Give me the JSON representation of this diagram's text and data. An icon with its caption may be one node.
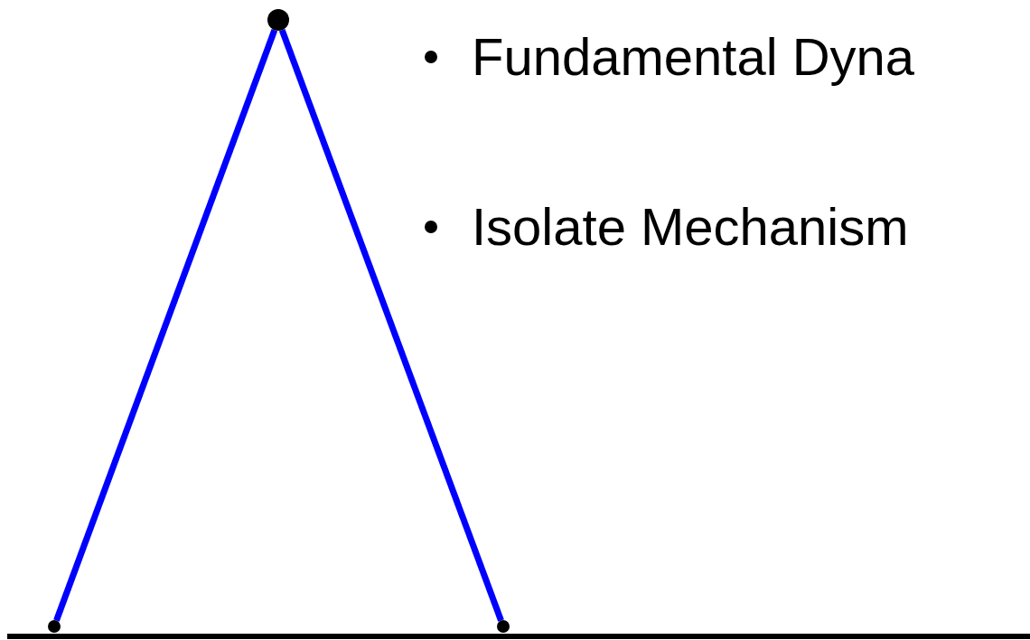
{
  "diagram": {
    "nodes": [
      {
        "text": [],
        "shape": "circle"
      },
      {
        "text": [],
        "shape": "circle"
      },
      {
        "text": [],
        "shape": "circle"
      }
    ],
    "edges": [
      {
        "from": 0,
        "to": 1,
        "arrow": "none",
        "color": "#0000ff"
      },
      {
        "from": 0,
        "to": 2,
        "arrow": "none",
        "color": "#0000ff"
      }
    ],
    "labels": [
      "Fundamental Dyna",
      "Isolate Mechanism"
    ]
  }
}
